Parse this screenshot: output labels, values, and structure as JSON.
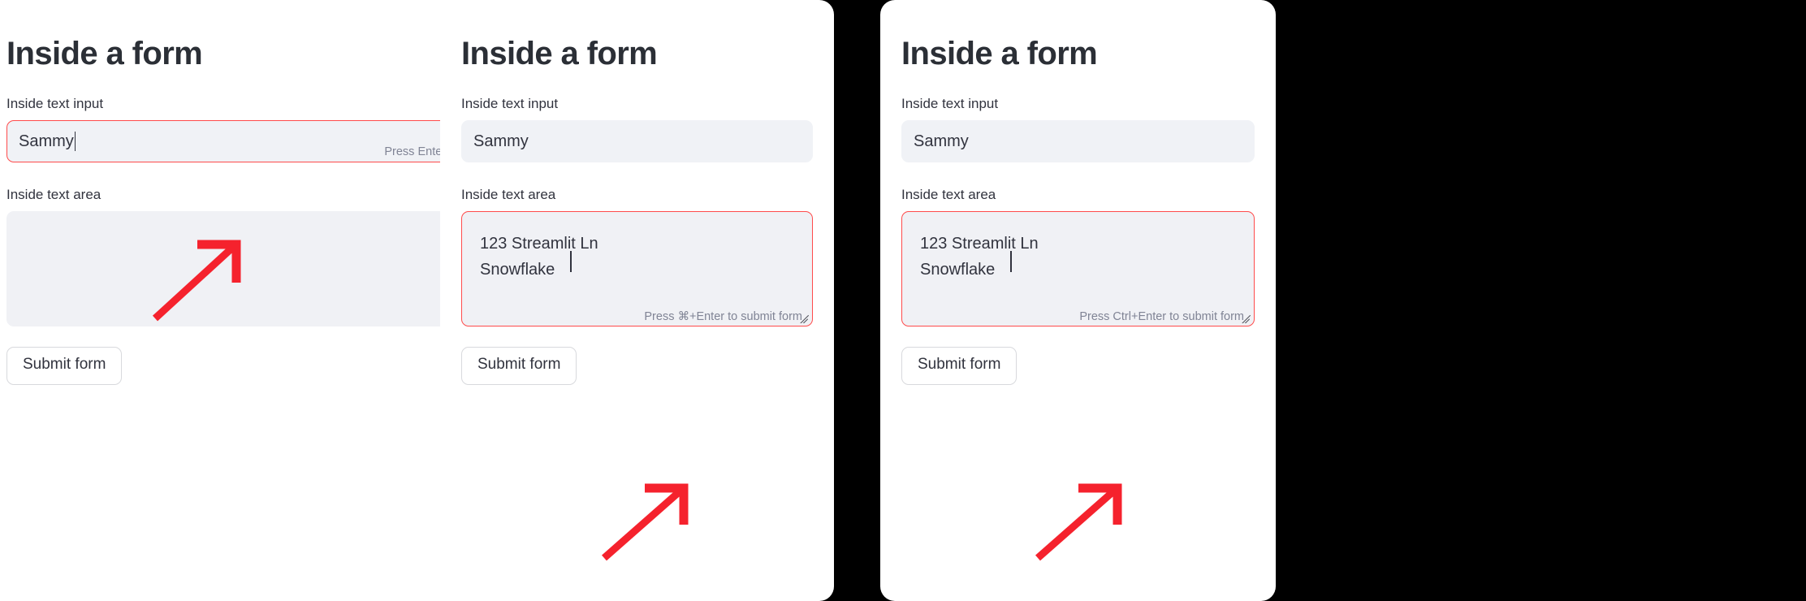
{
  "colors": {
    "background": "#000000",
    "card_background": "#ffffff",
    "input_background": "#f0f2f6",
    "textarea_background": "#f0f1f5",
    "focus_border": "#ff4b4b",
    "annotation_arrow": "#f5222d",
    "title_text": "#2b2f36",
    "label_text": "#31333e",
    "hint_text": "#808495",
    "button_border": "#d8d9dd"
  },
  "panels": [
    {
      "id": "panel-enter",
      "title": "Inside a form",
      "text_input": {
        "label": "Inside text input",
        "value": "Sammy",
        "hint": "Press Enter to submit form",
        "focused": true,
        "show_caret": true
      },
      "text_area": {
        "label": "Inside text area",
        "value": "",
        "hint": "",
        "focused": false,
        "show_caret": false,
        "has_resize_grip": true
      },
      "submit_button": "Submit form",
      "annotation_target": "text-input"
    },
    {
      "id": "panel-cmd-enter",
      "title": "Inside a form",
      "text_input": {
        "label": "Inside text input",
        "value": "Sammy",
        "hint": "",
        "focused": false,
        "show_caret": false
      },
      "text_area": {
        "label": "Inside text area",
        "value": "123 Streamlit Ln\nSnowflake",
        "hint": "Press ⌘+Enter to submit form",
        "focused": true,
        "show_caret": true,
        "has_resize_grip": true
      },
      "submit_button": "Submit form",
      "annotation_target": "text-area"
    },
    {
      "id": "panel-ctrl-enter",
      "title": "Inside a form",
      "text_input": {
        "label": "Inside text input",
        "value": "Sammy",
        "hint": "",
        "focused": false,
        "show_caret": false
      },
      "text_area": {
        "label": "Inside text area",
        "value": "123 Streamlit Ln\nSnowflake",
        "hint": "Press Ctrl+Enter to submit form",
        "focused": true,
        "show_caret": true,
        "has_resize_grip": true
      },
      "submit_button": "Submit form",
      "annotation_target": "text-area"
    }
  ]
}
